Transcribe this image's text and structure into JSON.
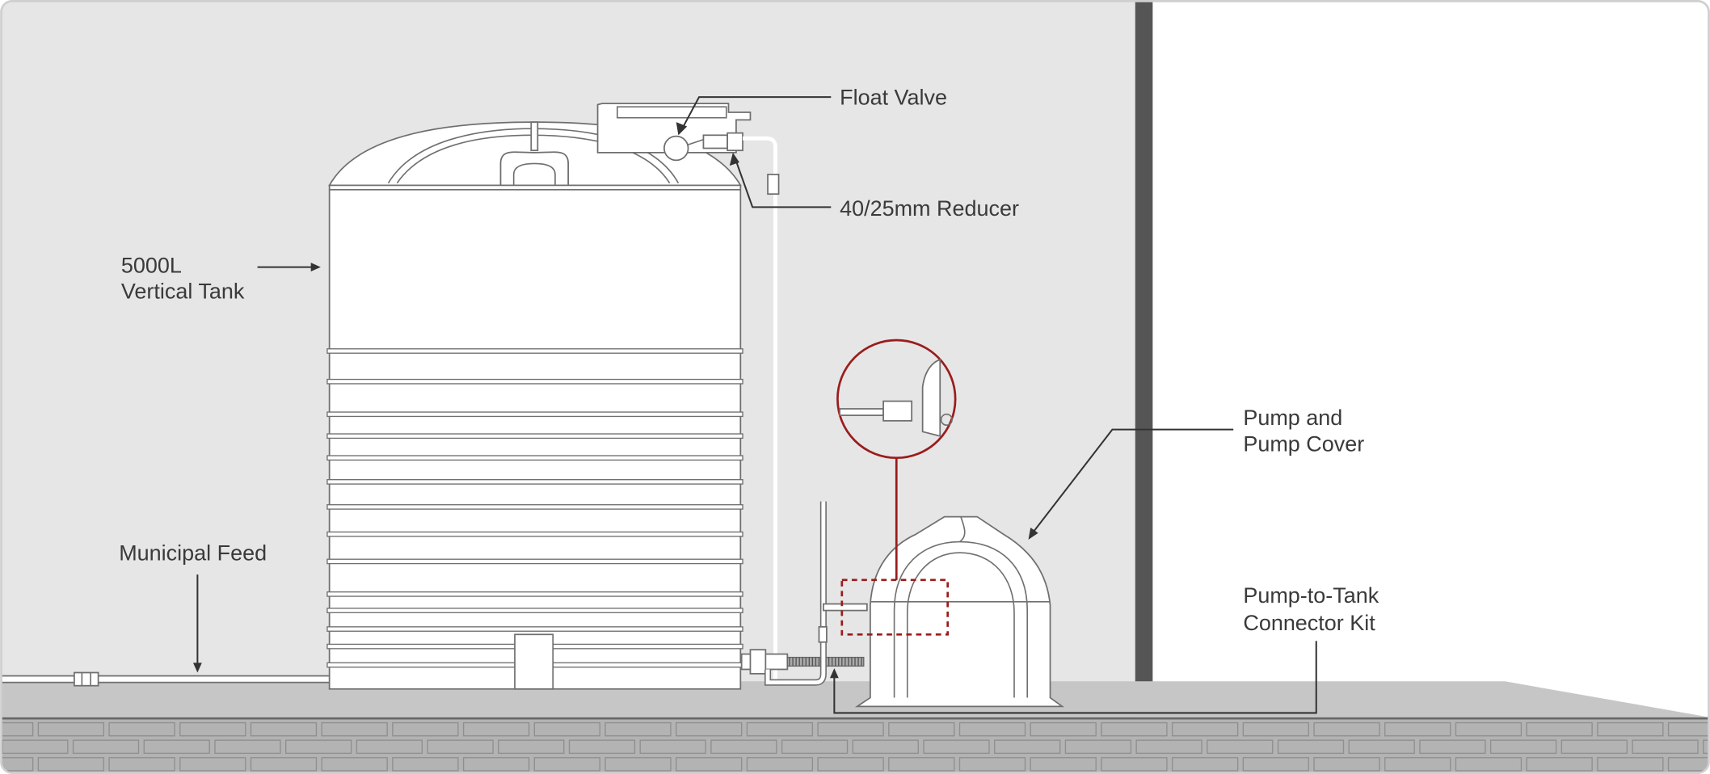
{
  "labels": {
    "float_valve": "Float Valve",
    "reducer": "40/25mm Reducer",
    "tank_line1": "5000L",
    "tank_line2": "Vertical Tank",
    "municipal_feed": "Municipal Feed",
    "pump_line1": "Pump and",
    "pump_line2": "Pump Cover",
    "connector_line1": "Pump-to-Tank",
    "connector_line2": "Connector Kit"
  },
  "colors": {
    "wall": "#e6e6e6",
    "column": "#555555",
    "floor": "#c6c6c6",
    "bricks": "#b3b3b3",
    "highlight": "#9b1c1c",
    "text": "#3a3a3a"
  }
}
